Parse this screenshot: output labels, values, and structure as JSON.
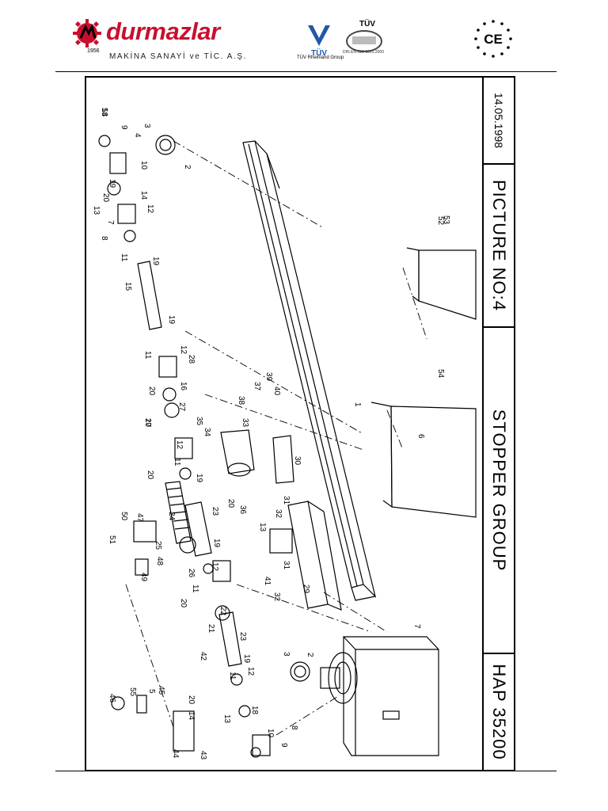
{
  "header": {
    "brand_name": "durmazlar",
    "brand_year": "1956",
    "brand_subtitle": "MAKİNA SANAYİ ve TİC. A.Ş.",
    "tuv1_text": "TÜV Rheinland Group",
    "tuv2_label": "TÜV",
    "tuv2_text": "DIN EN ISO 9001:2000",
    "ce_label": "CE"
  },
  "title_block": {
    "date": "14.05.1998",
    "picture_no": "PICTURE NO:4",
    "group_name": "STOPPER GROUP",
    "model": "HAP 35200"
  },
  "drawing": {
    "part_numbers": [
      "18",
      "9",
      "4",
      "3",
      "2",
      "10",
      "19",
      "20",
      "13",
      "14",
      "12",
      "8",
      "7",
      "11",
      "19",
      "15",
      "19",
      "11",
      "12",
      "28",
      "20",
      "17",
      "16",
      "27",
      "20",
      "35",
      "34",
      "33",
      "38",
      "37",
      "39",
      "40",
      "12",
      "11",
      "20",
      "19",
      "24",
      "50",
      "47",
      "51",
      "25",
      "48",
      "49",
      "26",
      "11",
      "19",
      "23",
      "20",
      "36",
      "13",
      "32",
      "31",
      "30",
      "12",
      "41",
      "32",
      "31",
      "29",
      "20",
      "22",
      "21",
      "23",
      "42",
      "19",
      "12",
      "11",
      "3",
      "2",
      "46",
      "55",
      "45",
      "5",
      "20",
      "14",
      "18",
      "13",
      "44",
      "43",
      "10",
      "9",
      "8",
      "7",
      "1",
      "6",
      "52",
      "53",
      "54",
      "54"
    ]
  }
}
